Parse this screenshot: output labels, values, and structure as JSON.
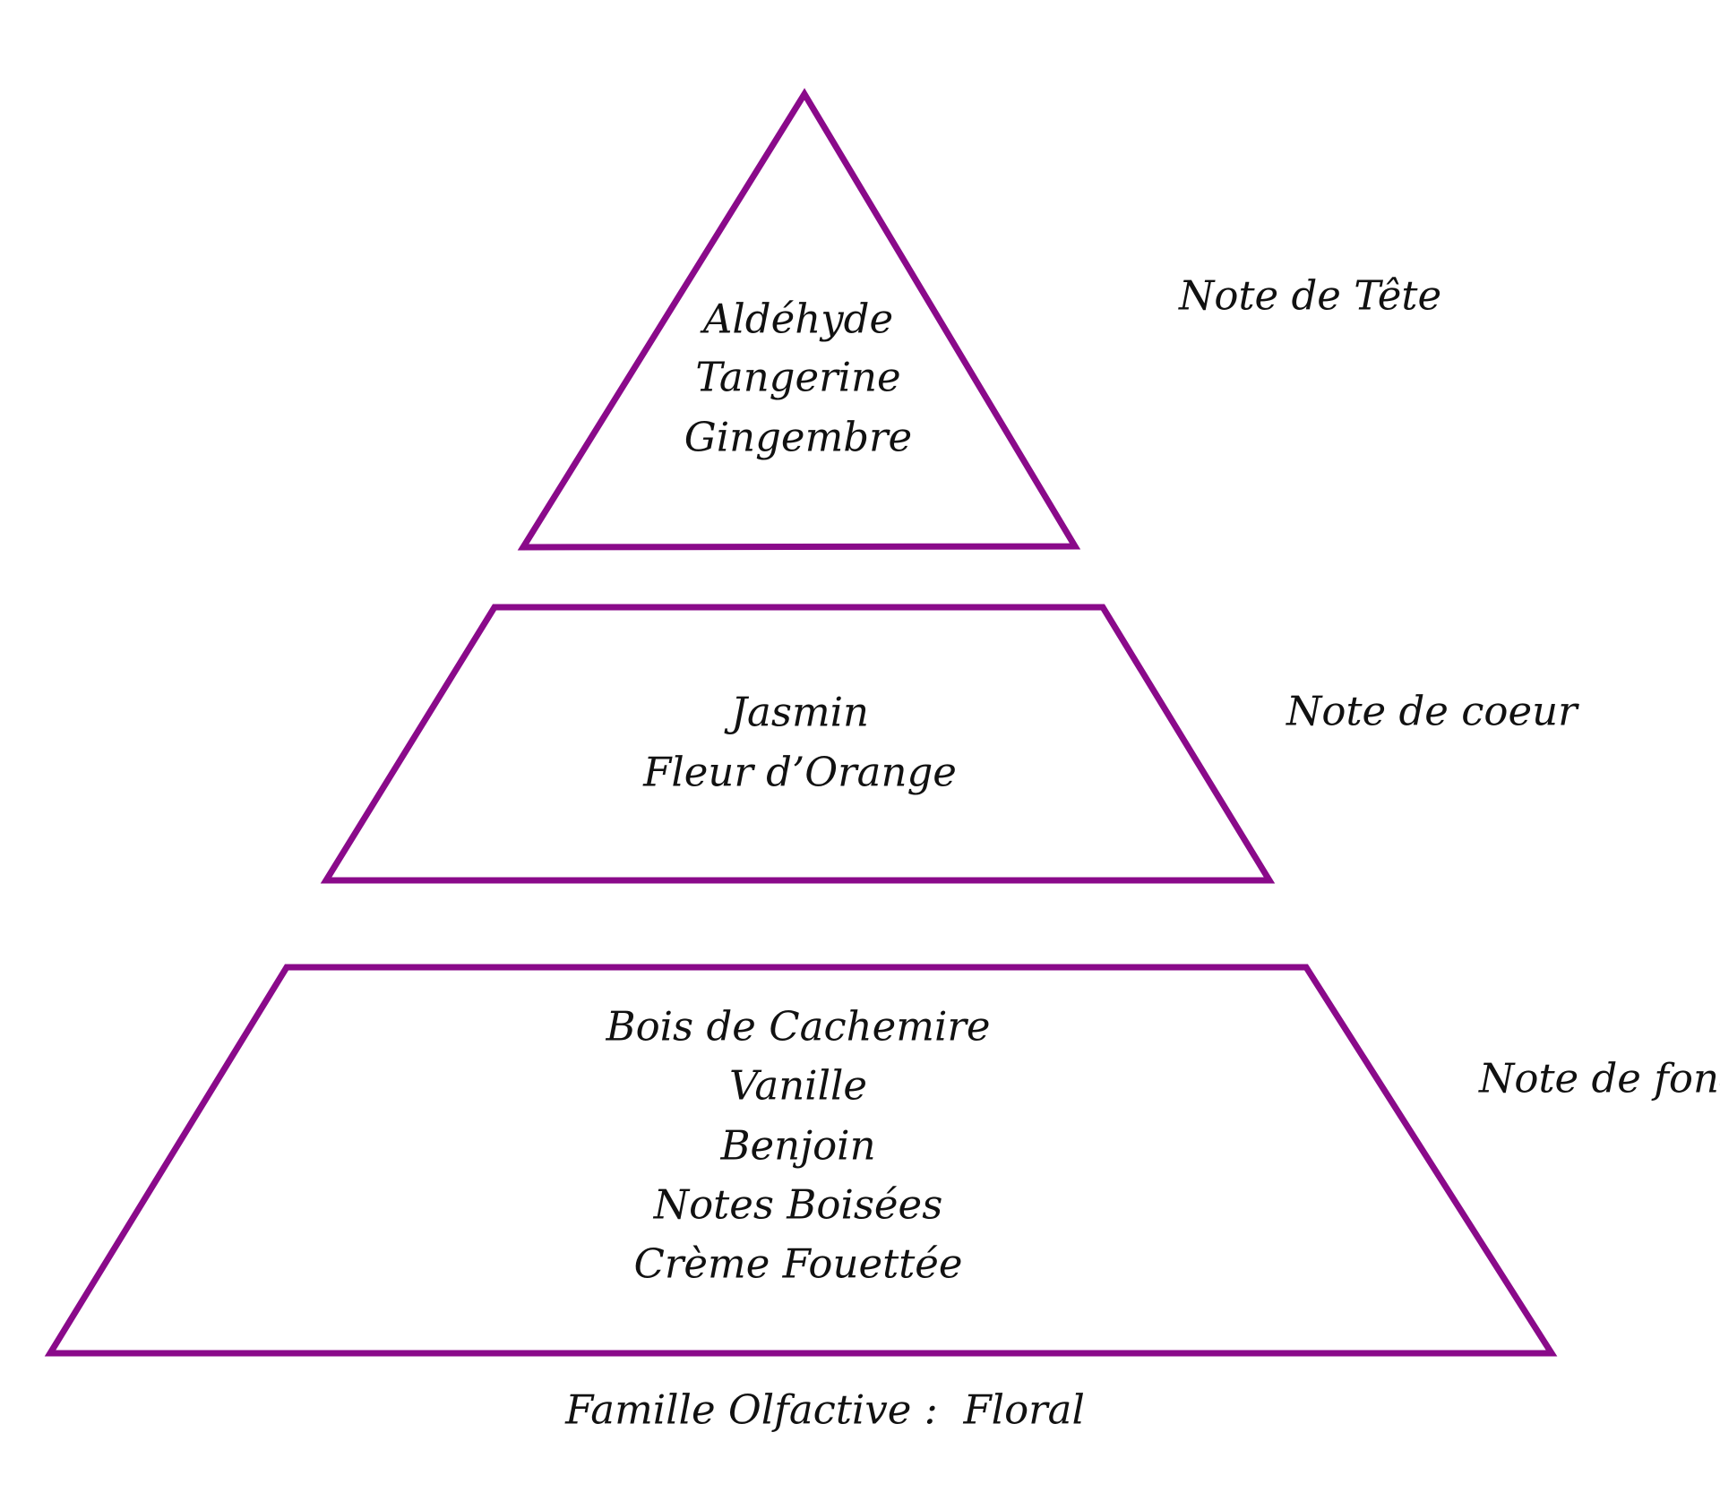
{
  "colors": {
    "outline": "#8a0a8a",
    "text": "#111111"
  },
  "tiers": [
    {
      "label": "Note de Tête",
      "notes": [
        "Aldéhyde",
        "Tangerine",
        "Gingembre"
      ]
    },
    {
      "label": "Note de coeur",
      "notes": [
        "Jasmin",
        "Fleur d’Orange"
      ]
    },
    {
      "label": "Note de fond",
      "notes": [
        "Bois de Cachemire",
        "Vanille",
        "Benjoin",
        "Notes Boisées",
        "Crème Fouettée"
      ]
    }
  ],
  "footer": "Famille Olfactive :  Floral"
}
